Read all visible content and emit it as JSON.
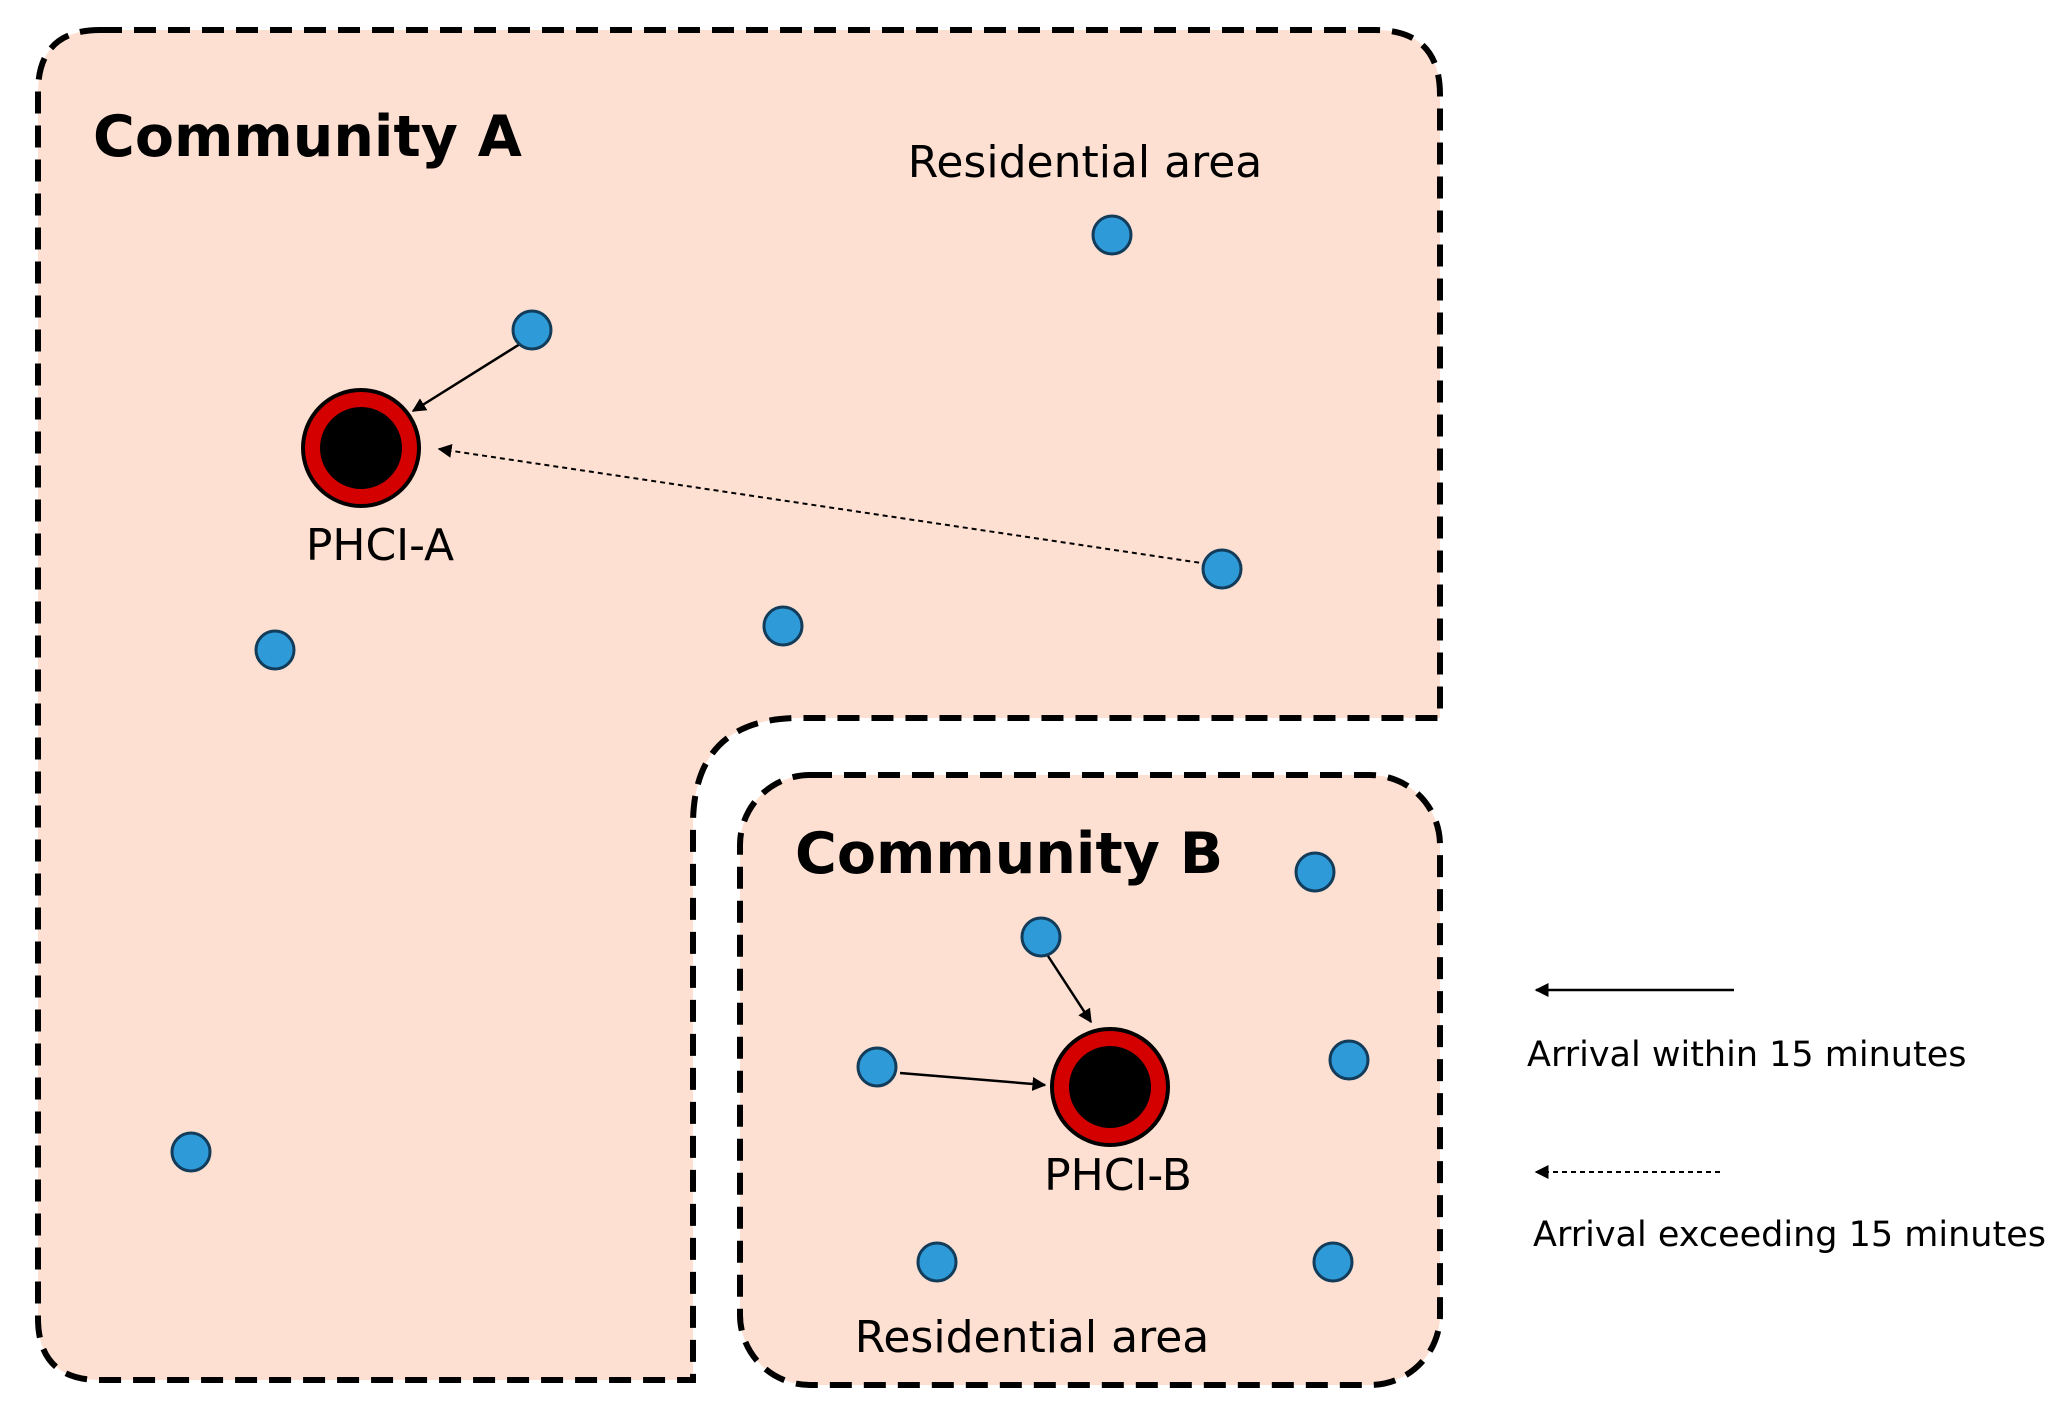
{
  "colors": {
    "community_fill": "#fde0d2",
    "border": "#000000",
    "residential_fill": "#2e9ad8",
    "residential_stroke": "#123c5a",
    "phci_ring": "#d40000",
    "phci_core": "#000000"
  },
  "community_a": {
    "title": "Community A",
    "residential_label": "Residential area",
    "phci_label": "PHCI-A"
  },
  "community_b": {
    "title": "Community B",
    "residential_label": "Residential area",
    "phci_label": "PHCI-B"
  },
  "legend": {
    "within": "Arrival within 15 minutes",
    "exceeding": "Arrival exceeding 15 minutes"
  }
}
